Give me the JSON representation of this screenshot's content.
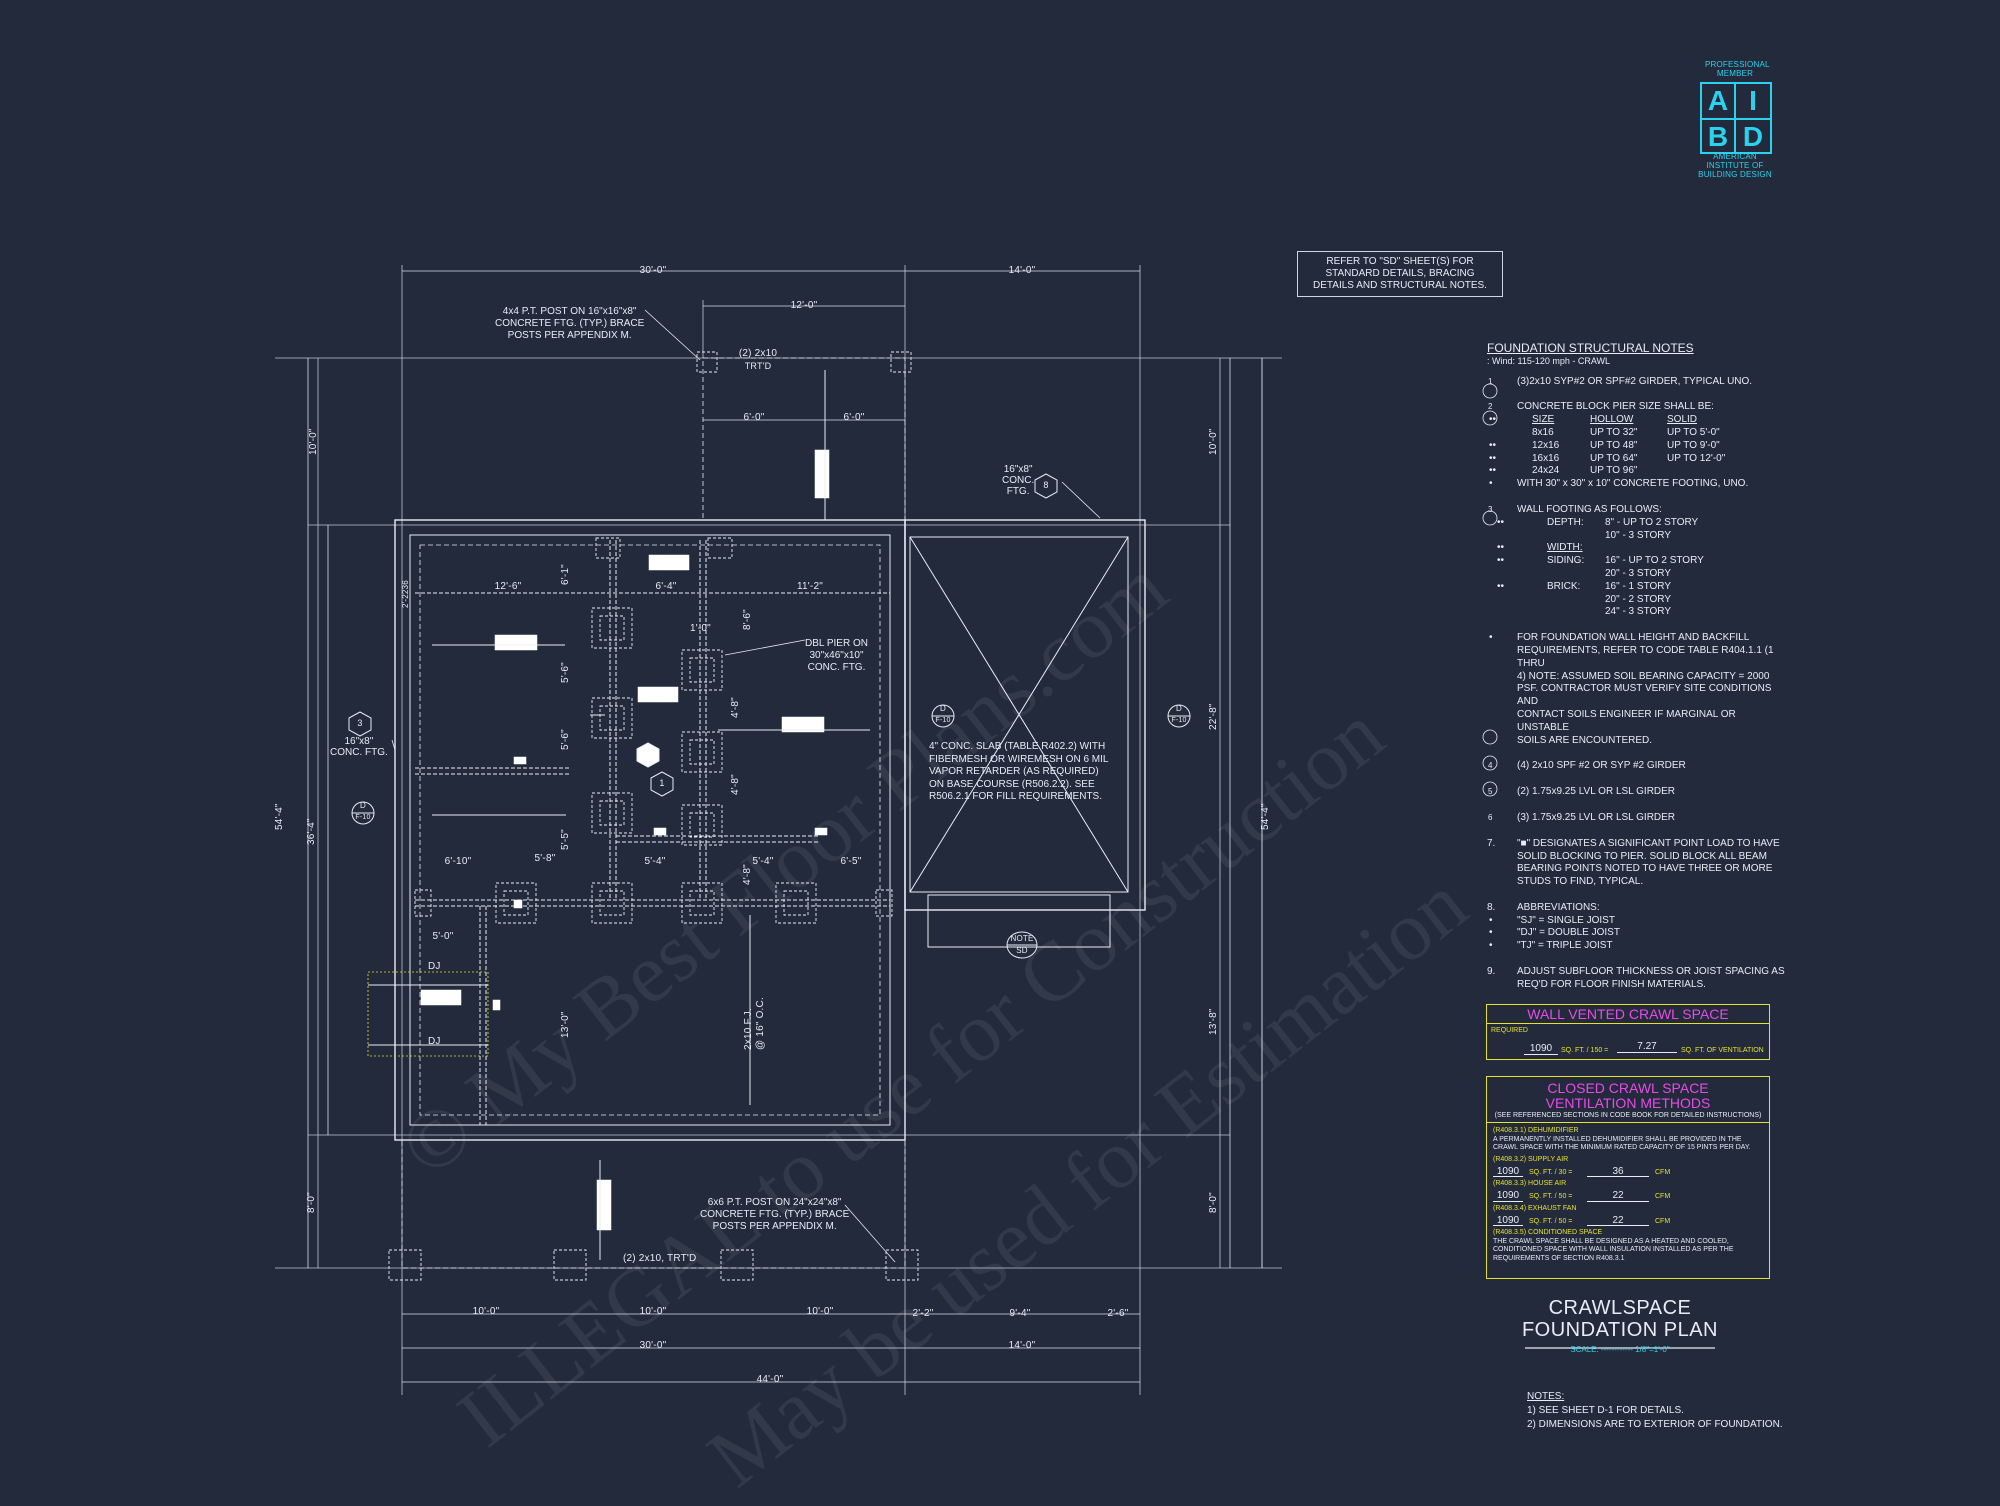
{
  "watermark": {
    "line1": "© My Best Floor Plans.com",
    "line2": "ILLEGAL to use for Construction",
    "line3": "May be used for Estimation"
  },
  "logo": {
    "top": "PROFESSIONAL MEMBER",
    "letters": [
      "A",
      "I",
      "B",
      "D"
    ],
    "bottom": "AMERICAN INSTITUTE OF BUILDING DESIGN"
  },
  "refer_note": "REFER TO \"SD\" SHEET(S) FOR STANDARD DETAILS, BRACING DETAILS AND STRUCTURAL NOTES.",
  "dimensions": {
    "top_left": "30'-0\"",
    "top_right": "14'-0\"",
    "porch_top": "12'-0\"",
    "porch_half_l": "6'-0\"",
    "porch_half_r": "6'-0\"",
    "left_10": "10'-0\"",
    "left_54": "54'-4\"",
    "left_36": "36'-4\"",
    "left_8": "8'-0\"",
    "right_10": "10'-0\"",
    "right_22": "22'-8\"",
    "right_54": "54'-4\"",
    "right_13": "13'-8\"",
    "right_8": "8'-0\"",
    "room_12_6": "12'-6\"",
    "room_6_4": "6'-4\"",
    "room_11_2": "11'-2\"",
    "v_6_1": "6'-1\"",
    "v_8_6": "8'-6\"",
    "v_1_0": "1'-0\"",
    "v_5_6a": "5'-6\"",
    "v_5_6b": "5'-6\"",
    "v_4_8a": "4'-8\"",
    "v_4_8b": "4'-8\"",
    "v_5_5": "5'-5\"",
    "v_4_8c": "4'-8\"",
    "h_6_10": "6'-10\"",
    "h_5_8": "5'-8\"",
    "h_5_4a": "5'-4\"",
    "h_5_4b": "5'-4\"",
    "h_6_5": "6'-5\"",
    "h_5_0": "5'-0\"",
    "v_13_0": "13'-0\"",
    "v_2_2236": "2'-2236",
    "bot_10a": "10'-0\"",
    "bot_10b": "10'-0\"",
    "bot_10c": "10'-0\"",
    "bot_2_2": "2'-2\"",
    "bot_9_4": "9'-4\"",
    "bot_2_6": "2'-6\"",
    "bot_30": "30'-0\"",
    "bot_14": "14'-0\"",
    "bot_44": "44'-0\""
  },
  "labels": {
    "post_top": [
      "4x4 P.T. POST ON 16\"x16\"x8\"",
      "CONCRETE FTG. (TYP.) BRACE",
      "POSTS PER APPENDIX M."
    ],
    "girder_top": [
      "(2) 2x10",
      "TRT'D"
    ],
    "conc_ftg_right": [
      "16\"x8\"",
      "CONC.",
      "FTG."
    ],
    "conc_ftg_left": [
      "16\"x8\"",
      "CONC. FTG."
    ],
    "dbl_pier": [
      "DBL PIER ON",
      "30\"x46\"x10\"",
      "CONC. FTG."
    ],
    "slab": [
      "4\" CONC. SLAB (TABLE R402.2) WITH",
      "FIBERMESH OR WIREMESH ON 6 MIL",
      "VAPOR RETARDER (AS REQUIRED)",
      "ON BASE COURSE (R506.2.2). SEE",
      "R506.2.1 FOR FILL REQUIREMENTS."
    ],
    "joist": [
      "2x10 F.J.",
      "@ 16\" O.C."
    ],
    "dj_top": "DJ",
    "dj_bot": "DJ",
    "post_bottom": [
      "6x6 P.T. POST ON 24\"x24\"x8\"",
      "CONCRETE FTG. (TYP.) BRACE",
      "POSTS PER APPENDIX M."
    ],
    "girder_bottom": "(2) 2x10, TRT'D",
    "tag_d_f10a": [
      "D",
      "F-10"
    ],
    "tag_d_f10b": [
      "D",
      "F-10"
    ],
    "tag_d_f10c": [
      "D",
      "F-10"
    ],
    "tag_note": [
      "NOTE",
      "SD"
    ],
    "hex_3": "3",
    "hex_1": "1",
    "hex_8": "8"
  },
  "foundation_notes": {
    "title": "FOUNDATION STRUCTURAL NOTES",
    "subtitle": ": Wind: 115-120 mph - CRAWL",
    "n1": "(3)2x10 SYP#2 OR SPF#2 GIRDER, TYPICAL UNO.",
    "n2": "CONCRETE BLOCK PIER SIZE SHALL BE:",
    "pier_head": [
      "SIZE",
      "HOLLOW",
      "SOLID"
    ],
    "pier_rows": [
      [
        "8x16",
        "UP TO 32\"",
        "UP TO 5'-0\""
      ],
      [
        "12x16",
        "UP TO 48\"",
        "UP TO 9'-0\""
      ],
      [
        "16x16",
        "UP TO 64\"",
        "UP TO 12'-0\""
      ],
      [
        "24x24",
        "UP TO 96\"",
        ""
      ]
    ],
    "n2b": "WITH 30\" x 30\" x 10\" CONCRETE FOOTING, UNO.",
    "n3": "WALL FOOTING AS FOLLOWS:",
    "depth_label": "DEPTH:",
    "depth1": "8\" - UP TO 2 STORY",
    "depth2": "10\" - 3 STORY",
    "width_label": "WIDTH:",
    "siding_label": "SIDING:",
    "siding1": "16\" - UP TO 2 STORY",
    "siding2": "20\" - 3 STORY",
    "brick_label": "BRICK:",
    "brick1": "16\" - 1 STORY",
    "brick2": "20\" - 2 STORY",
    "brick3": "24\" - 3 STORY",
    "n3b": [
      "FOR FOUNDATION WALL HEIGHT AND BACKFILL",
      "REQUIREMENTS, REFER TO CODE TABLE R404.1.1 (1 THRU",
      "4) NOTE: ASSUMED SOIL BEARING CAPACITY = 2000",
      "PSF. CONTRACTOR MUST VERIFY SITE CONDITIONS AND",
      "CONTACT SOILS ENGINEER IF MARGINAL OR UNSTABLE",
      "SOILS ARE ENCOUNTERED."
    ],
    "n4": "(4) 2x10 SPF #2 OR SYP #2 GIRDER",
    "n5": "(2) 1.75x9.25 LVL OR LSL GIRDER",
    "n6": "(3) 1.75x9.25 LVL OR LSL GIRDER",
    "n7": [
      "\"■\" DESIGNATES A SIGNIFICANT POINT LOAD TO HAVE",
      "SOLID BLOCKING TO PIER. SOLID BLOCK ALL BEAM",
      "BEARING POINTS NOTED TO HAVE THREE OR MORE",
      "STUDS TO FIND, TYPICAL."
    ],
    "n8": "ABBREVIATIONS:",
    "abbr": [
      "\"SJ\" = SINGLE JOIST",
      "\"DJ\" = DOUBLE JOIST",
      "\"TJ\" = TRIPLE JOIST"
    ],
    "n9": [
      "ADJUST SUBFLOOR THICKNESS OR JOIST SPACING AS",
      "REQ'D FOR FLOOR FINISH MATERIALS."
    ],
    "nums": [
      "1",
      "2",
      "3",
      "4",
      "5",
      "6",
      "7.",
      "8.",
      "9."
    ]
  },
  "vented": {
    "title": "WALL VENTED CRAWL SPACE",
    "required": "REQUIRED",
    "area": "1090",
    "unit1": "SQ. FT. / 150 =",
    "result": "7.27",
    "unit2": "SQ. FT. OF VENTILATION"
  },
  "closed": {
    "title1": "CLOSED CRAWL SPACE",
    "title2": "VENTILATION METHODS",
    "sub": "(SEE REFERENCED SECTIONS IN CODE BOOK FOR DETAILED INSTRUCTIONS)",
    "dehum_code": "(R408.3.1) DEHUMIDIFIER",
    "dehum_text": [
      "A PERMANENTLY INSTALLED DEHUMIDIFIER SHALL BE PROVIDED IN THE",
      "CRAWL SPACE WITH THE MINIMUM RATED CAPACITY OF 15 PINTS PER DAY."
    ],
    "supply_code": "(R408.3.2) SUPPLY AIR",
    "supply_area": "1090",
    "supply_unit": "SQ. FT. / 30 =",
    "supply_val": "36",
    "supply_cfm": "CFM",
    "house_code": "(R408.3.3) HOUSE AIR",
    "house_area": "1090",
    "house_unit": "SQ. FT. / 50 =",
    "house_val": "22",
    "house_cfm": "CFM",
    "exhaust_code": "(R408.3.4) EXHAUST FAN",
    "exhaust_area": "1090",
    "exhaust_unit": "SQ. FT. / 50 =",
    "exhaust_val": "22",
    "exhaust_cfm": "CFM",
    "cond_code": "(R408.3.5) CONDITIONED SPACE",
    "cond_text": [
      "THE CRAWL SPACE SHALL BE DESIGNED AS A HEATED AND COOLED,",
      "CONDITIONED SPACE WITH WALL INSULATION INSTALLED AS PER THE",
      "REQUIREMENTS OF SECTION R408.3.1"
    ]
  },
  "title_block": {
    "line1": "CRAWLSPACE",
    "line2": "FOUNDATION PLAN",
    "scale": "SCALE: ------------ 1/8\"=1'-0\""
  },
  "bottom_notes": {
    "title": "NOTES:",
    "n1": "1) SEE SHEET D-1 FOR DETAILS.",
    "n2": "2) DIMENSIONS ARE TO EXTERIOR OF FOUNDATION."
  },
  "colors": {
    "background": "#232a3b",
    "line": "#e8ecf4",
    "accent_cyan": "#29d3ee",
    "accent_yellow": "#e6e22c",
    "accent_magenta": "#e84ae8"
  }
}
